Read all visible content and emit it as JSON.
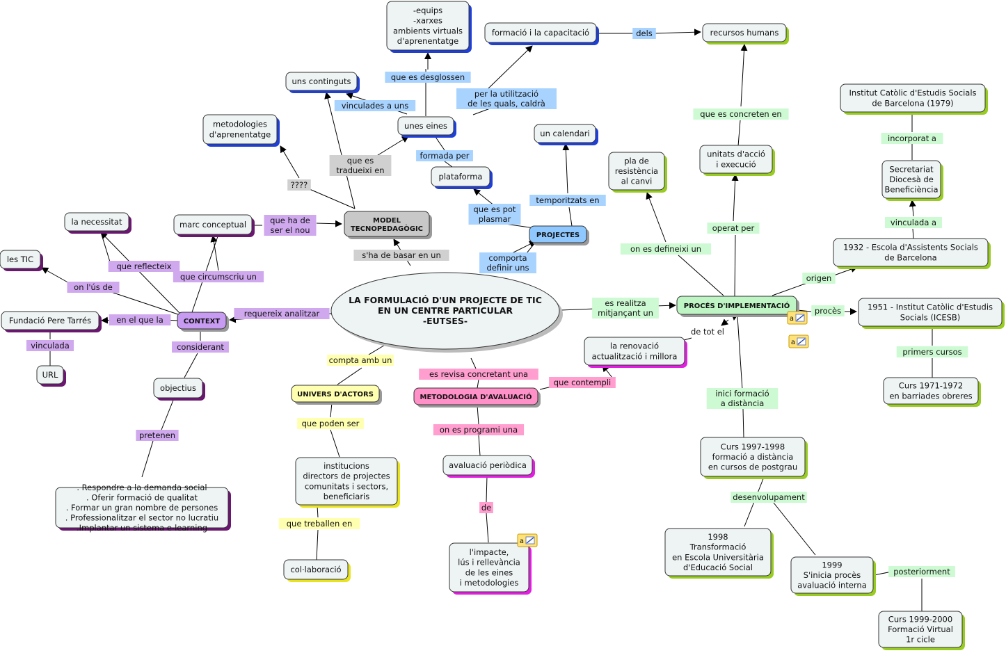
{
  "colors": {
    "node_fill": "#eef3f3",
    "shadow_default": "#6b1670",
    "shadow_blue": "#1f3fd6",
    "shadow_green": "#99cc22",
    "shadow_yellow": "#e9e31e",
    "shadow_pink": "#e21fe0",
    "hub_gray": "#c8c8c8",
    "hub_purple": "#c79bf2",
    "hub_blue": "#8ec8ff",
    "hub_green": "#bff5c4",
    "hub_yellow": "#ffffb0",
    "hub_pink": "#ff90c8",
    "label_gray": "#d0d0d0",
    "label_purple": "#cfa8ee",
    "label_blue": "#a9d3ff",
    "label_green": "#cdfad2",
    "label_yellow": "#ffffb0",
    "label_pink": "#ff9ecf"
  },
  "nodes": [
    {
      "id": "main",
      "lines": [
        "LA FORMULACIÓ D'UN PROJECTE DE TIC",
        "EN UN CENTRE PARTICULAR",
        "-EUTSES-"
      ],
      "kind": "main"
    },
    {
      "id": "model",
      "lines": [
        "MODEL",
        "TECNOPEDAGÒGIC"
      ],
      "kind": "hub",
      "color": "gray"
    },
    {
      "id": "context",
      "lines": [
        "CONTEXT"
      ],
      "kind": "hub",
      "color": "purple"
    },
    {
      "id": "projectes",
      "lines": [
        "PROJECTES"
      ],
      "kind": "hub",
      "color": "blue"
    },
    {
      "id": "proces",
      "lines": [
        "PROCÉS D'IMPLEMENTACIÓ"
      ],
      "kind": "hub",
      "color": "green"
    },
    {
      "id": "univers",
      "lines": [
        "UNIVERS D'ACTORS"
      ],
      "kind": "hub",
      "color": "yellow"
    },
    {
      "id": "metodologia",
      "lines": [
        "METODOLOGIA D'AVALUACIÓ"
      ],
      "kind": "hub",
      "color": "pink"
    },
    {
      "id": "equips",
      "lines": [
        "-equips",
        "-xarxes",
        "ambients virtuals",
        "d'aprenentatge"
      ],
      "kind": "node",
      "shadow": "blue"
    },
    {
      "id": "formacio",
      "lines": [
        "formació i la capacitació"
      ],
      "kind": "node",
      "shadow": "blue"
    },
    {
      "id": "recursos",
      "lines": [
        "recursos humans"
      ],
      "kind": "node",
      "shadow": "green"
    },
    {
      "id": "continguts",
      "lines": [
        "uns continguts"
      ],
      "kind": "node",
      "shadow": "blue"
    },
    {
      "id": "eines",
      "lines": [
        "unes eines"
      ],
      "kind": "node",
      "shadow": "blue"
    },
    {
      "id": "metodologies",
      "lines": [
        "metodologies",
        "d'aprenentatge"
      ],
      "kind": "node",
      "shadow": "blue"
    },
    {
      "id": "plataforma",
      "lines": [
        "plataforma"
      ],
      "kind": "node",
      "shadow": "blue"
    },
    {
      "id": "calendari",
      "lines": [
        "un calendari"
      ],
      "kind": "node",
      "shadow": "blue"
    },
    {
      "id": "pla",
      "lines": [
        "pla de",
        "resistència",
        "al canvi"
      ],
      "kind": "node",
      "shadow": "green"
    },
    {
      "id": "unitats",
      "lines": [
        "unitats d'acció",
        "i execució"
      ],
      "kind": "node",
      "shadow": "green"
    },
    {
      "id": "institut",
      "lines": [
        "Institut Catòlic d'Estudis Socials",
        "de Barcelona (1979)"
      ],
      "kind": "node",
      "shadow": "green"
    },
    {
      "id": "secretariat",
      "lines": [
        "Secretariat",
        "Diocesà de",
        "Beneficiència"
      ],
      "kind": "node",
      "shadow": "green"
    },
    {
      "id": "escola1932",
      "lines": [
        "1932 - Escola d'Assistents Socials",
        "de Barcelona"
      ],
      "kind": "node",
      "shadow": "green"
    },
    {
      "id": "icesb",
      "lines": [
        "1951 - Institut Catòlic d'Estudis",
        "Socials (ICESB)"
      ],
      "kind": "node",
      "shadow": "green"
    },
    {
      "id": "curs1971",
      "lines": [
        "Curs 1971-1972",
        "en barriades obreres"
      ],
      "kind": "node",
      "shadow": "green"
    },
    {
      "id": "necessitat",
      "lines": [
        "la necessitat"
      ],
      "kind": "node",
      "shadow": "default"
    },
    {
      "id": "marc",
      "lines": [
        "marc conceptual"
      ],
      "kind": "node",
      "shadow": "default"
    },
    {
      "id": "tic",
      "lines": [
        "les TIC"
      ],
      "kind": "node",
      "shadow": "default"
    },
    {
      "id": "fundacio",
      "lines": [
        "Fundació Pere Tarrés"
      ],
      "kind": "node",
      "shadow": "default"
    },
    {
      "id": "url",
      "lines": [
        "URL"
      ],
      "kind": "node",
      "shadow": "default"
    },
    {
      "id": "objectius",
      "lines": [
        "objectius"
      ],
      "kind": "node",
      "shadow": "default"
    },
    {
      "id": "respondre",
      "lines": [
        ". Respondre a la demanda social",
        ". Oferir formació de qualitat",
        ". Formar un gran nombre de persones",
        ". Professionalitzar el sector no lucratiu",
        ".Implantar un sistema e-learning"
      ],
      "kind": "node",
      "shadow": "default"
    },
    {
      "id": "institucions",
      "lines": [
        "institucions",
        "directors de projectes",
        "comunitats i sectors,",
        "beneficiaris"
      ],
      "kind": "node",
      "shadow": "yellow"
    },
    {
      "id": "collaboracio",
      "lines": [
        "col·laboració"
      ],
      "kind": "node",
      "shadow": "yellow"
    },
    {
      "id": "renovacio",
      "lines": [
        "la renovació",
        "actualització i millora"
      ],
      "kind": "node",
      "shadow": "pink"
    },
    {
      "id": "avaluacio",
      "lines": [
        "avaluació periòdica"
      ],
      "kind": "node",
      "shadow": "pink"
    },
    {
      "id": "impacte",
      "lines": [
        "l'impacte,",
        "lús i rellevància",
        "de les eines",
        "i metodologies"
      ],
      "kind": "node",
      "shadow": "pink"
    },
    {
      "id": "curs1997",
      "lines": [
        "Curs 1997-1998",
        "formació a distància",
        "en cursos de postgrau"
      ],
      "kind": "node",
      "shadow": "green"
    },
    {
      "id": "y1998",
      "lines": [
        "1998",
        "Transformació",
        "en Escola Universitària",
        "d'Educació Social"
      ],
      "kind": "node",
      "shadow": "green"
    },
    {
      "id": "y1999",
      "lines": [
        "1999",
        "S'inicia procès",
        "avaluació interna"
      ],
      "kind": "node",
      "shadow": "green"
    },
    {
      "id": "curs1999",
      "lines": [
        "Curs 1999-2000",
        "Formació Virtual",
        "1r cicle"
      ],
      "kind": "node",
      "shadow": "green"
    }
  ],
  "labels": [
    {
      "id": "l_desglossen",
      "lines": [
        "que es desglossen"
      ],
      "color": "blue"
    },
    {
      "id": "l_dels",
      "lines": [
        "dels"
      ],
      "color": "blue"
    },
    {
      "id": "l_utilitzacio",
      "lines": [
        "per la utilització",
        "de les quals, caldrà"
      ],
      "color": "blue"
    },
    {
      "id": "l_vinculades",
      "lines": [
        "vinculades a uns"
      ],
      "color": "blue"
    },
    {
      "id": "l_tradueixi",
      "lines": [
        "que es",
        "tradueixi en"
      ],
      "color": "gray"
    },
    {
      "id": "l_formada",
      "lines": [
        "formada per"
      ],
      "color": "blue"
    },
    {
      "id": "l_concreten",
      "lines": [
        "que es concreten en"
      ],
      "color": "green"
    },
    {
      "id": "l_incorporat",
      "lines": [
        "incorporat a"
      ],
      "color": "green"
    },
    {
      "id": "l_pregunta",
      "lines": [
        "????"
      ],
      "color": "gray"
    },
    {
      "id": "l_temporitzats",
      "lines": [
        "temporitzats en"
      ],
      "color": "blue"
    },
    {
      "id": "l_pot",
      "lines": [
        "que es pot",
        "plasmar"
      ],
      "color": "blue"
    },
    {
      "id": "l_operat",
      "lines": [
        "operat per"
      ],
      "color": "green"
    },
    {
      "id": "l_vinculada_a",
      "lines": [
        "vinculada a"
      ],
      "color": "green"
    },
    {
      "id": "l_ha_de",
      "lines": [
        "que ha de",
        "ser el nou"
      ],
      "color": "purple"
    },
    {
      "id": "l_basar",
      "lines": [
        "s'ha de basar en un"
      ],
      "color": "gray"
    },
    {
      "id": "l_comporta",
      "lines": [
        "comporta",
        "definir uns"
      ],
      "color": "blue"
    },
    {
      "id": "l_defineixi",
      "lines": [
        "on es defineixi un"
      ],
      "color": "green"
    },
    {
      "id": "l_origen",
      "lines": [
        "origen"
      ],
      "color": "green"
    },
    {
      "id": "l_reflecteix",
      "lines": [
        "que reflecteix"
      ],
      "color": "purple"
    },
    {
      "id": "l_circumscriu",
      "lines": [
        "que circumscriu un"
      ],
      "color": "purple"
    },
    {
      "id": "l_us",
      "lines": [
        "on l'ús de"
      ],
      "color": "purple"
    },
    {
      "id": "l_requereix",
      "lines": [
        "requereix analitzar"
      ],
      "color": "purple"
    },
    {
      "id": "l_realitza",
      "lines": [
        "es realitza",
        "mitjançant un"
      ],
      "color": "green"
    },
    {
      "id": "l_proces",
      "lines": [
        "procès"
      ],
      "color": "green"
    },
    {
      "id": "l_en_el_que",
      "lines": [
        "en el que la"
      ],
      "color": "purple"
    },
    {
      "id": "l_vinculada",
      "lines": [
        "vinculada"
      ],
      "color": "purple"
    },
    {
      "id": "l_considerant",
      "lines": [
        "considerant"
      ],
      "color": "purple"
    },
    {
      "id": "l_de_tot",
      "lines": [
        "de tot el"
      ],
      "color": "none"
    },
    {
      "id": "l_primers",
      "lines": [
        "primers cursos"
      ],
      "color": "green"
    },
    {
      "id": "l_compta",
      "lines": [
        "compta amb un"
      ],
      "color": "yellow"
    },
    {
      "id": "l_revisa",
      "lines": [
        "es revisa concretant una"
      ],
      "color": "pink"
    },
    {
      "id": "l_contempli",
      "lines": [
        "que contempli"
      ],
      "color": "pink"
    },
    {
      "id": "l_inici",
      "lines": [
        "inici formació",
        "a distància"
      ],
      "color": "green"
    },
    {
      "id": "l_poden",
      "lines": [
        "que poden ser"
      ],
      "color": "yellow"
    },
    {
      "id": "l_programi",
      "lines": [
        "on es programi una"
      ],
      "color": "pink"
    },
    {
      "id": "l_pretenen",
      "lines": [
        "pretenen"
      ],
      "color": "purple"
    },
    {
      "id": "l_desenvolupament",
      "lines": [
        "desenvolupament"
      ],
      "color": "green"
    },
    {
      "id": "l_de",
      "lines": [
        "de"
      ],
      "color": "pink"
    },
    {
      "id": "l_treballen",
      "lines": [
        "que treballen en"
      ],
      "color": "yellow"
    },
    {
      "id": "l_posteriorment",
      "lines": [
        "posteriorment"
      ],
      "color": "green"
    }
  ],
  "icons": [
    {
      "id": "note-icon-proces-1",
      "glyph": "a"
    },
    {
      "id": "note-icon-proces-2",
      "glyph": "a"
    },
    {
      "id": "note-icon-impacte",
      "glyph": "a"
    }
  ]
}
